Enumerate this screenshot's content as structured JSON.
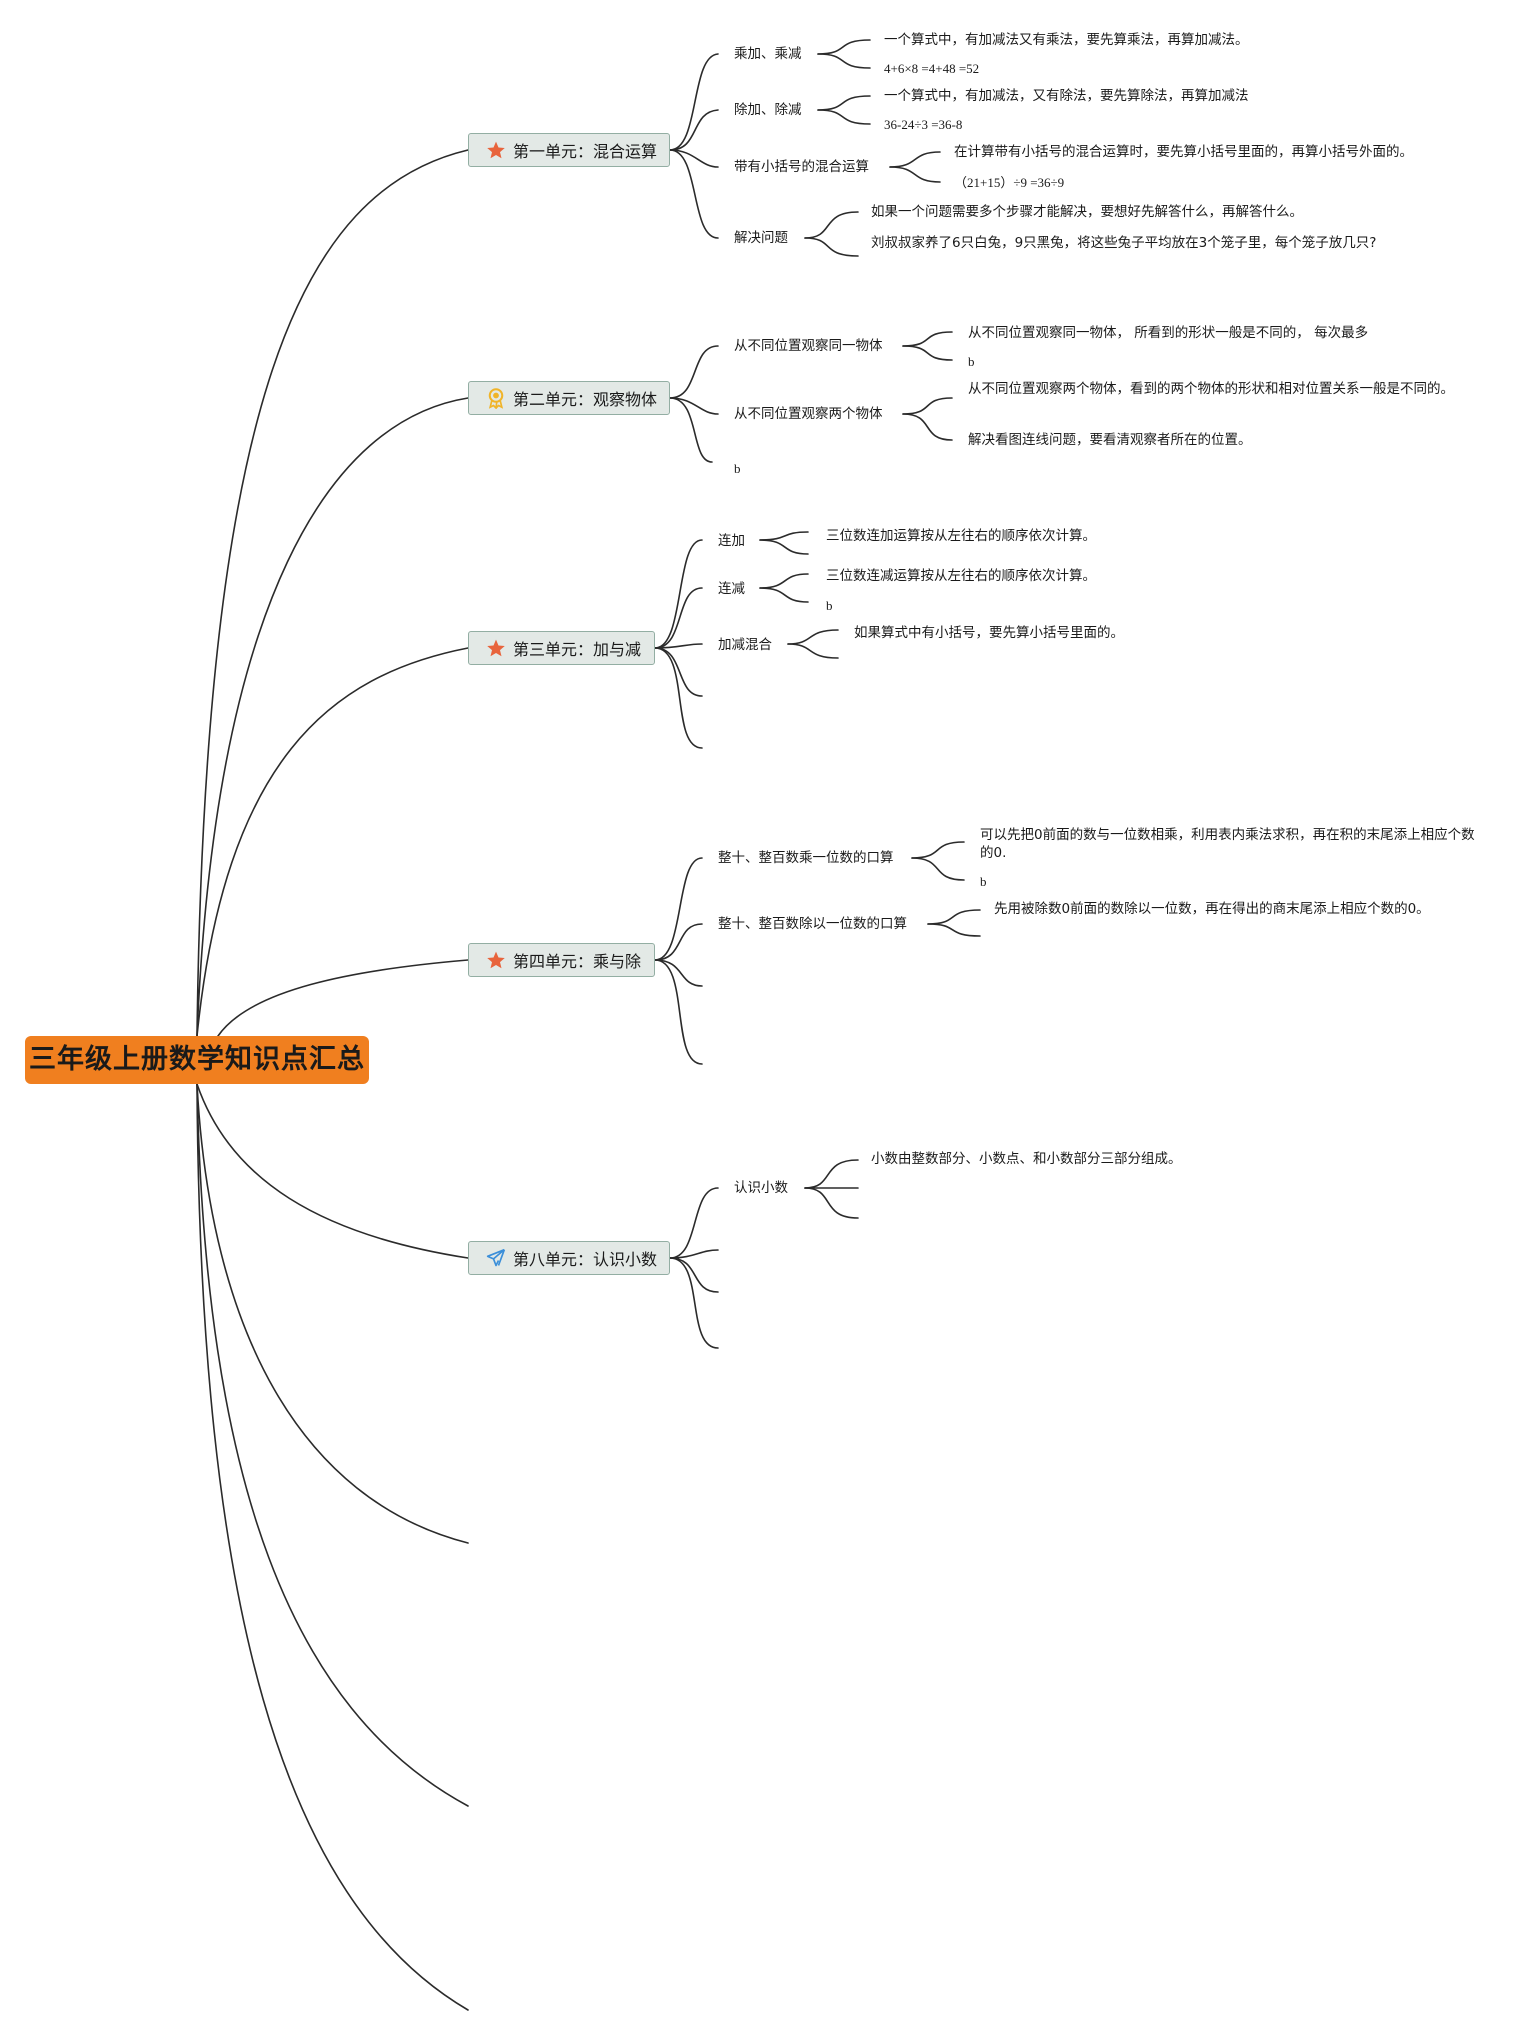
{
  "root": {
    "title": "三年级上册数学知识点汇总"
  },
  "units": [
    {
      "label": "第一单元：混合运算",
      "icon": "star-icon"
    },
    {
      "label": "第二单元：观察物体",
      "icon": "badge-icon"
    },
    {
      "label": "第三单元：加与减",
      "icon": "star-icon"
    },
    {
      "label": "第四单元：乘与除",
      "icon": "star-icon"
    },
    {
      "label": "第八单元：认识小数",
      "icon": "paper-plane-icon"
    }
  ],
  "u1": {
    "topics": [
      "乘加、乘减",
      "除加、除减",
      "带有小括号的混合运算",
      "解决问题"
    ],
    "leaves": [
      "一个算式中，有加减法又有乘法，要先算乘法，再算加减法。",
      "4+6×8 =4+48 =52",
      "一个算式中，有加减法，又有除法，要先算除法，再算加减法",
      "36-24÷3 =36-8",
      "在计算带有小括号的混合运算时，要先算小括号里面的，再算小括号外面的。",
      "（21+15）÷9 =36÷9",
      "如果一个问题需要多个步骤才能解决，要想好先解答什么，再解答什么。",
      "刘叔叔家养了6只白兔，9只黑兔，将这些兔子平均放在3个笼子里，每个笼子放几只?"
    ]
  },
  "u2": {
    "topics": [
      "从不同位置观察同一物体",
      "从不同位置观察两个物体",
      "b"
    ],
    "leaves": [
      "从不同位置观察同一物体， 所看到的形状一般是不同的， 每次最多",
      "b",
      "从不同位置观察两个物体，看到的两个物体的形状和相对位置关系一般是不同的。",
      "解决看图连线问题，要看清观察者所在的位置。"
    ]
  },
  "u3": {
    "topics": [
      "连加",
      "连减",
      "加减混合"
    ],
    "leaves": [
      "三位数连加运算按从左往右的顺序依次计算。",
      "三位数连减运算按从左往右的顺序依次计算。",
      "b",
      "如果算式中有小括号，要先算小括号里面的。"
    ]
  },
  "u4": {
    "topics": [
      "整十、整百数乘一位数的口算",
      "整十、整百数除以一位数的口算"
    ],
    "leaves": [
      "可以先把0前面的数与一位数相乘，利用表内乘法求积，再在积的末尾添上相应个数的0.",
      "b",
      "先用被除数0前面的数除以一位数，再在得出的商末尾添上相应个数的0。"
    ]
  },
  "u8": {
    "topics": [
      "认识小数"
    ],
    "leaves": [
      "小数由整数部分、小数点、和小数部分三部分组成。"
    ]
  },
  "colors": {
    "root": "#f07f1f",
    "unit_fill": "#e3e9e6",
    "unit_border": "#93aea3",
    "line": "#2b2b2b",
    "star": "#e8643c",
    "badge": "#f0b429",
    "plane": "#3b8fd9"
  }
}
